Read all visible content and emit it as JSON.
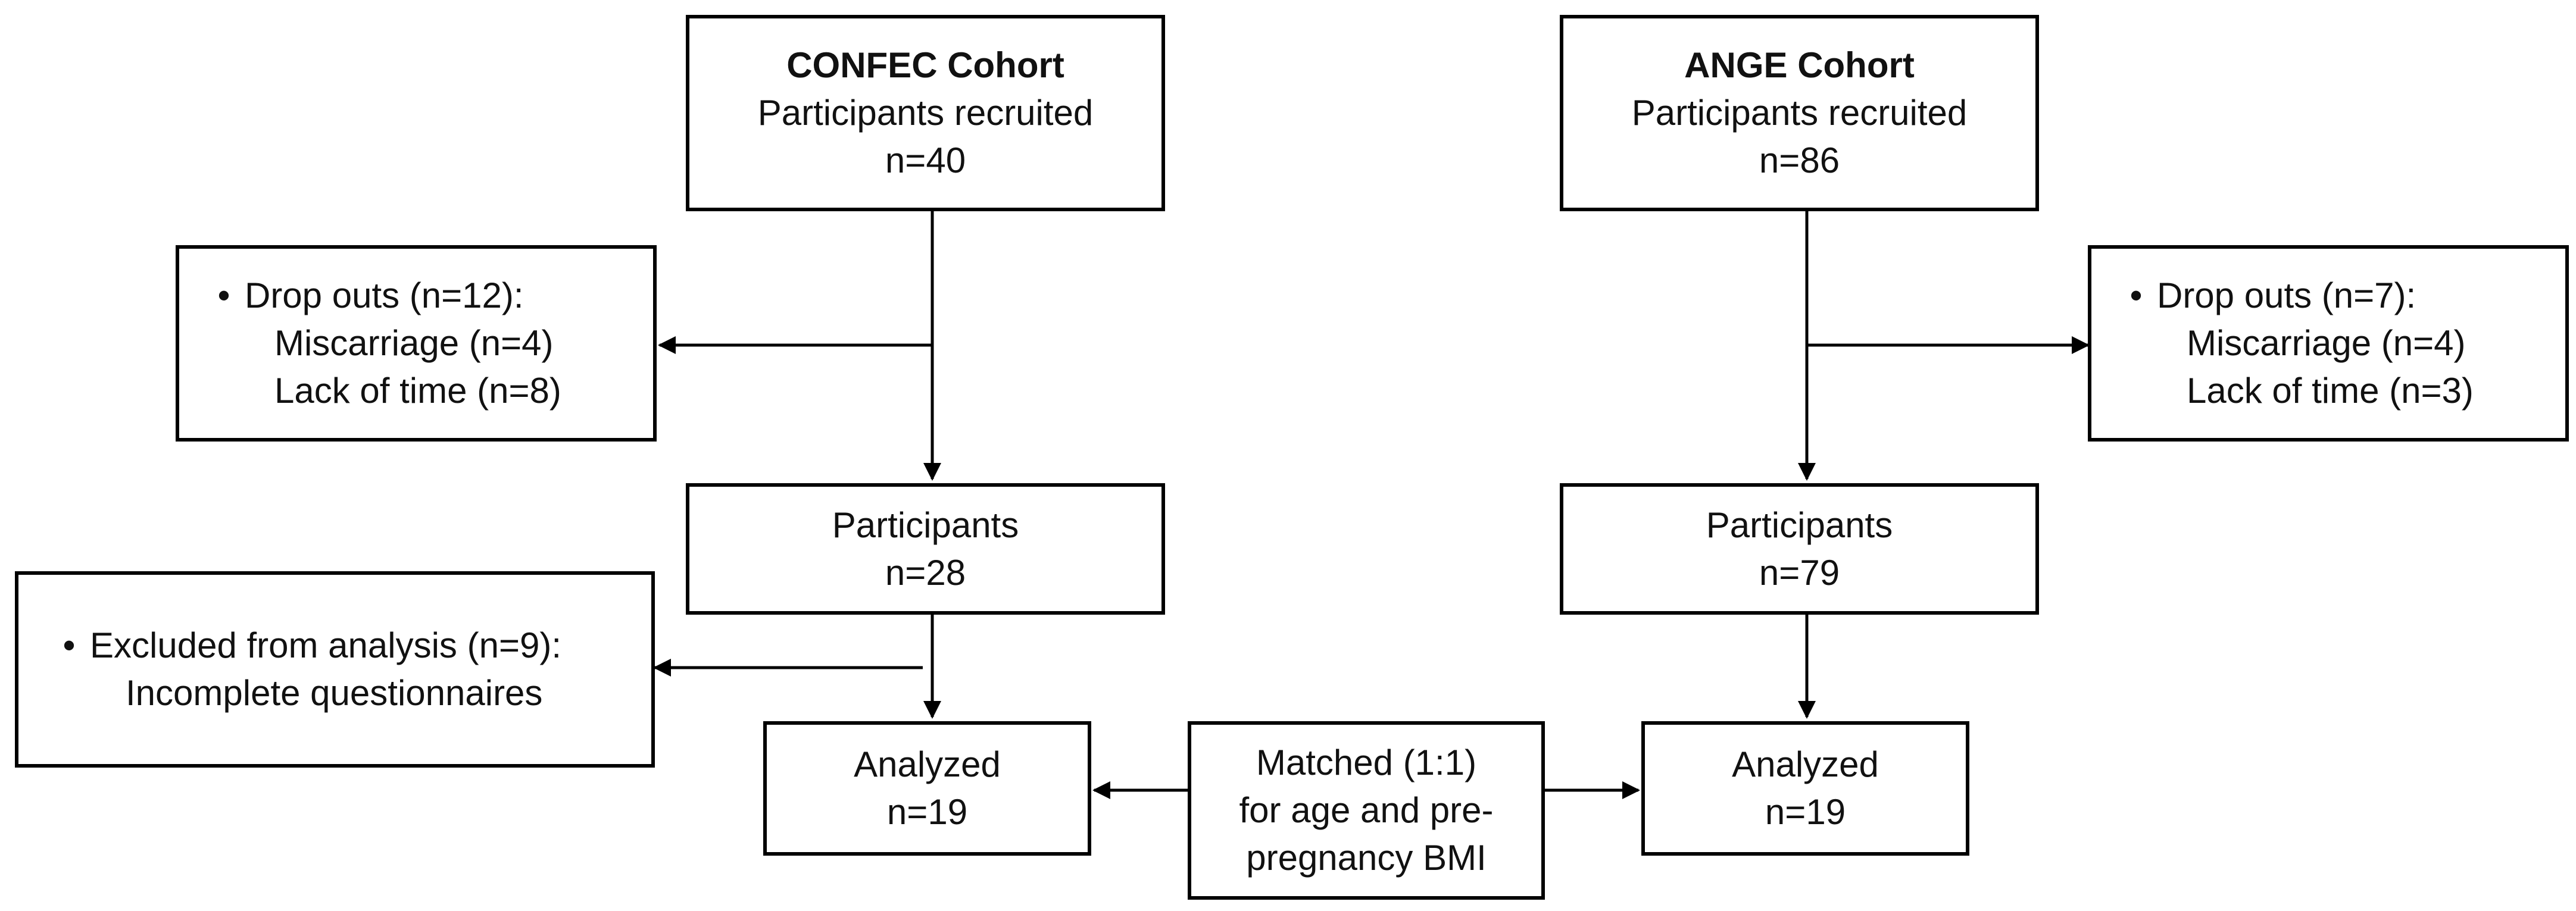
{
  "confec": {
    "cohort_title": "CONFEC Cohort",
    "recruited_label": "Participants recruited",
    "recruited_n": "n=40",
    "dropouts": {
      "bullet": "•",
      "title": "Drop outs (n=12):",
      "lines": [
        "Miscarriage (n=4)",
        "Lack of time (n=8)"
      ]
    },
    "participants_label": "Participants",
    "participants_n": "n=28",
    "excluded": {
      "bullet": "•",
      "title": "Excluded from analysis (n=9):",
      "lines": [
        "Incomplete questionnaires"
      ]
    },
    "analyzed_label": "Analyzed",
    "analyzed_n": "n=19"
  },
  "ange": {
    "cohort_title": "ANGE Cohort",
    "recruited_label": "Participants recruited",
    "recruited_n": "n=86",
    "dropouts": {
      "bullet": "•",
      "title": "Drop outs (n=7):",
      "lines": [
        "Miscarriage (n=4)",
        "Lack of time (n=3)"
      ]
    },
    "participants_label": "Participants",
    "participants_n": "n=79",
    "analyzed_label": "Analyzed",
    "analyzed_n": "n=19"
  },
  "matched": {
    "lines": [
      "Matched (1:1)",
      "for age and pre-",
      "pregnancy BMI"
    ]
  }
}
